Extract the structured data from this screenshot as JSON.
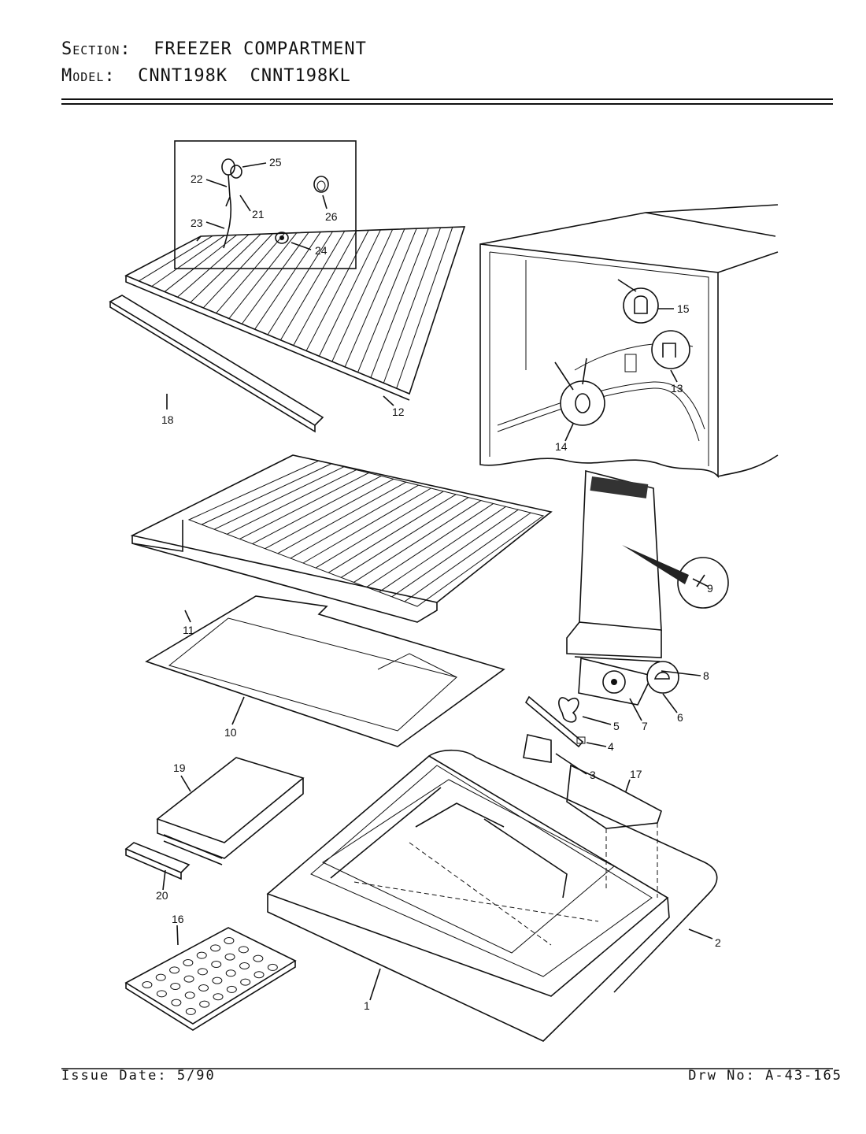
{
  "header": {
    "section_label": "Section:",
    "section_value": "FREEZER COMPARTMENT",
    "model_label": "Model:",
    "model_value": "CNNT198K  CNNT198KL"
  },
  "footer": {
    "issue_date": "Issue Date: 5/90",
    "drawing_no": "Drw No: A-43-165"
  },
  "callouts": [
    "1",
    "2",
    "3",
    "4",
    "5",
    "6",
    "7",
    "8",
    "9",
    "10",
    "11",
    "12",
    "13",
    "14",
    "15",
    "16",
    "17",
    "18",
    "19",
    "20",
    "21",
    "22",
    "23",
    "24",
    "25",
    "26"
  ]
}
